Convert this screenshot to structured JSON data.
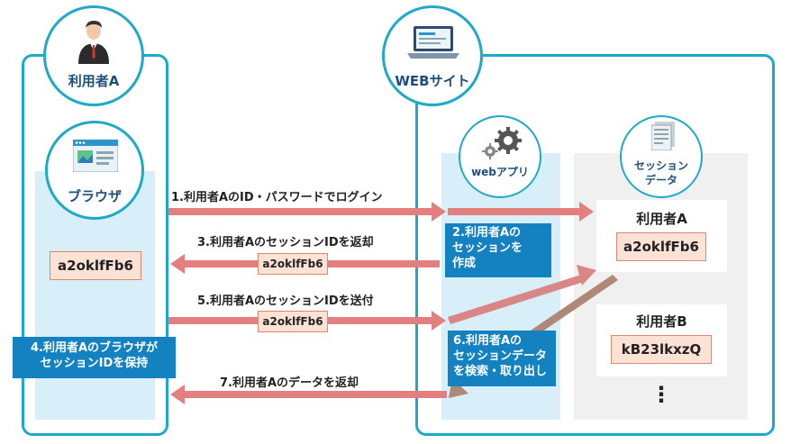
{
  "user": {
    "label": "利用者A",
    "browser_label": "ブラウザ",
    "session_id": "a2oklfFb6"
  },
  "website": {
    "label": "WEBサイト",
    "webapp_label": "webアプリ",
    "session_data_label_line1": "セッション",
    "session_data_label_line2": "データ"
  },
  "session_store": [
    {
      "title": "利用者A",
      "id": "a2oklfFb6"
    },
    {
      "title": "利用者B",
      "id": "kB23lkxzQ"
    }
  ],
  "ellipsis": "⋮",
  "steps": {
    "s1": "1.利用者AのID・パスワードでログイン",
    "s2": [
      "2.利用者Aの",
      "セッションを",
      "作成"
    ],
    "s3": "3.利用者AのセッションIDを返却",
    "s3_id": "a2oklfFb6",
    "s4": [
      "4.利用者Aのブラウザが",
      "セッションIDを保持"
    ],
    "s5": "5.利用者AのセッションIDを送付",
    "s5_id": "a2oklfFb6",
    "s6": [
      "6.利用者Aの",
      "セッションデータ",
      "を検索・取り出し"
    ],
    "s7": "7.利用者Aのデータを返却"
  },
  "colors": {
    "accent": "#1ea9c9",
    "arrow": "#e47f7f",
    "box": "#1481c0",
    "id_bg": "#fce2d5"
  }
}
